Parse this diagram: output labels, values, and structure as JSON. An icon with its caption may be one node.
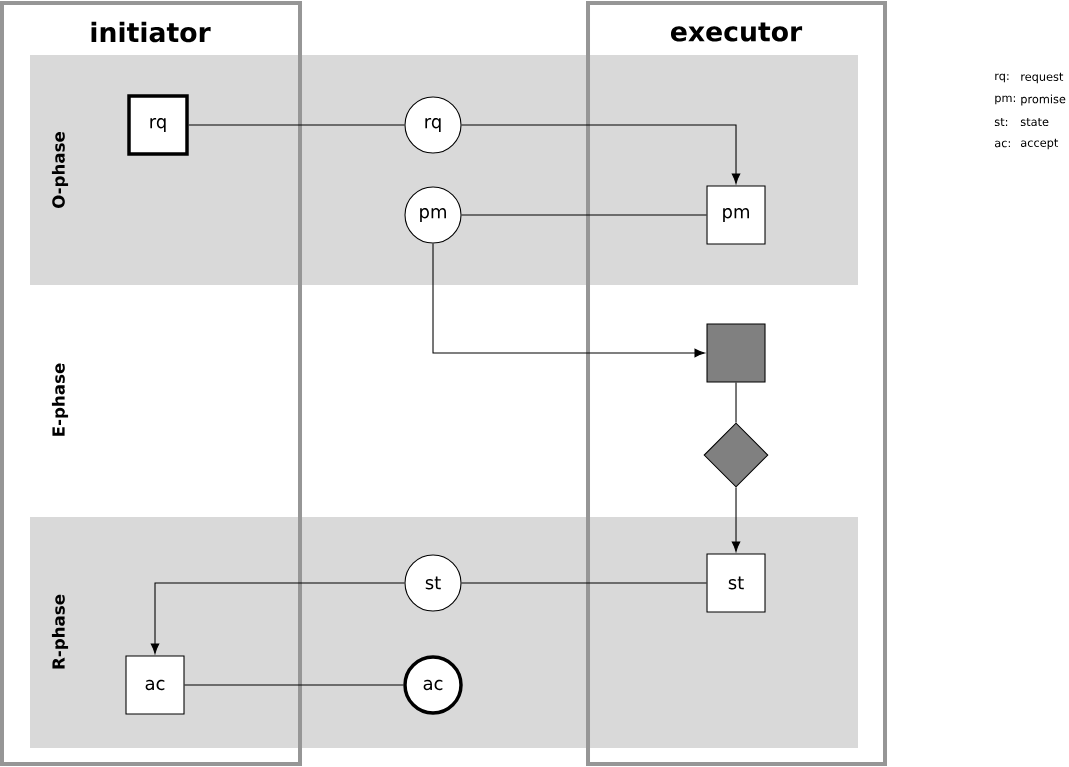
{
  "diagram": {
    "nodes": [
      {
        "text": [
          "O-phase"
        ]
      },
      {
        "text": [
          "R-phase"
        ]
      },
      {
        "text": [
          "rq"
        ],
        "in": 0
      },
      {
        "text": [
          "rq"
        ],
        "in": 0
      },
      {
        "text": [
          "pm"
        ],
        "in": 0
      },
      {
        "text": [
          "pm"
        ],
        "in": 0
      },
      {
        "text": [],
        "shape": "box"
      },
      {
        "text": [],
        "shape": "diamond"
      },
      {
        "text": [
          "st"
        ],
        "in": 1
      },
      {
        "text": [
          "st"
        ],
        "in": 1
      },
      {
        "text": [
          "ac"
        ],
        "in": 1
      },
      {
        "text": [
          "ac"
        ],
        "in": 1
      }
    ],
    "edges": [
      {
        "from": 2,
        "to": 3,
        "arrow": "none"
      },
      {
        "from": 3,
        "to": 5,
        "arrow": "to"
      },
      {
        "from": 5,
        "to": 4,
        "arrow": "none"
      },
      {
        "from": 4,
        "to": 6,
        "arrow": "to"
      },
      {
        "from": 6,
        "to": 7,
        "arrow": "none"
      },
      {
        "from": 7,
        "to": 8,
        "arrow": "to"
      },
      {
        "from": 8,
        "to": 9,
        "arrow": "none"
      },
      {
        "from": 9,
        "to": 10,
        "arrow": "to"
      },
      {
        "from": 10,
        "to": 11,
        "arrow": "none"
      }
    ],
    "labels": [
      "initiator",
      "executor",
      "E-phase",
      "rq:",
      "request",
      "pm:",
      "promise",
      "st:",
      "state",
      "ac:",
      "accept"
    ]
  }
}
